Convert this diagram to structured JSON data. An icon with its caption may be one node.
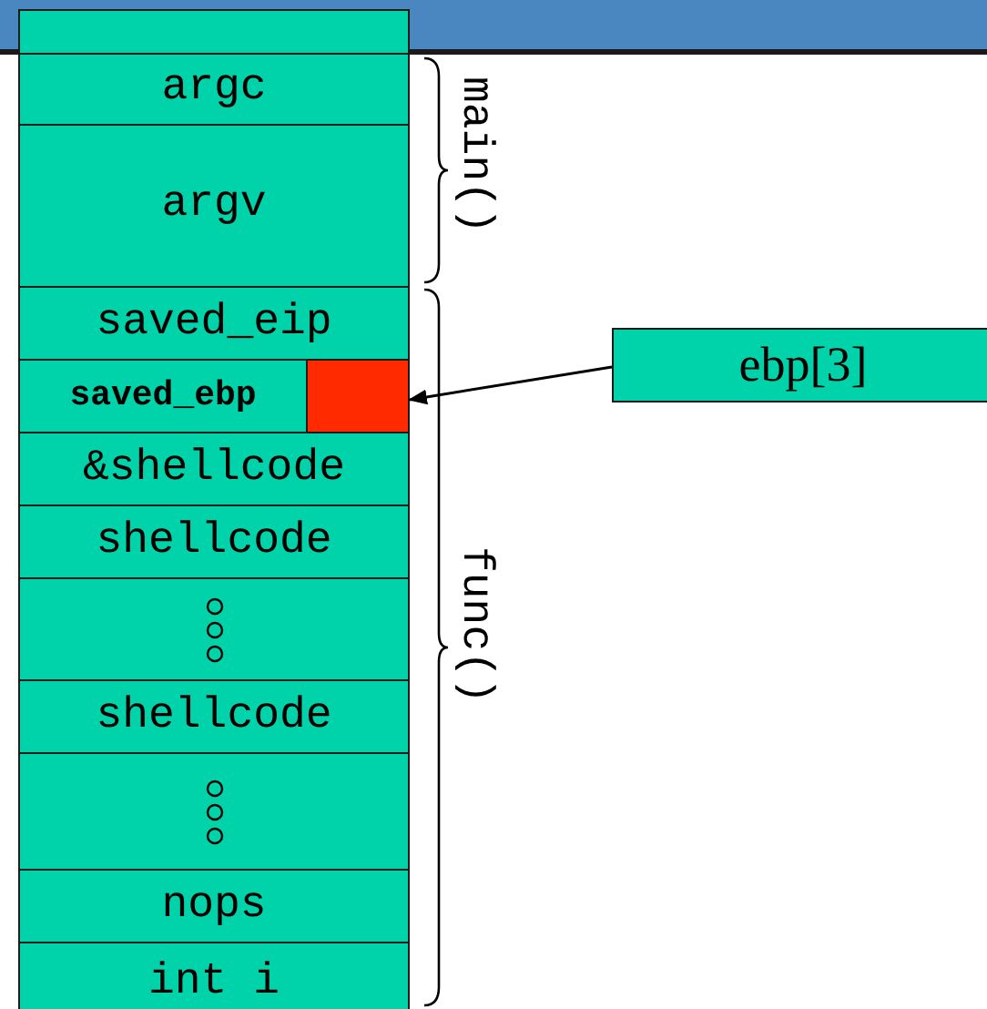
{
  "diagram": {
    "nodes": [
      {
        "text": [],
        "shape": "box"
      },
      {
        "text": [
          "argc"
        ]
      },
      {
        "text": [
          "argv"
        ]
      },
      {
        "text": [
          "saved_eip"
        ]
      },
      {
        "text": [
          "saved_ebp"
        ]
      },
      {
        "text": [],
        "shape": "box"
      },
      {
        "text": [
          "&shellcode"
        ]
      },
      {
        "text": [
          "shellcode"
        ]
      },
      {
        "text": [],
        "shape": "box"
      },
      {
        "text": [
          "shellcode"
        ]
      },
      {
        "text": [],
        "shape": "box"
      },
      {
        "text": [
          "nops"
        ]
      },
      {
        "text": [
          "int i"
        ]
      },
      {
        "text": [
          "ebp[3]"
        ]
      }
    ],
    "edges": [
      {
        "from": 13,
        "to": 5,
        "arrow": "to"
      }
    ],
    "labels": [
      "main()",
      "func()"
    ]
  }
}
